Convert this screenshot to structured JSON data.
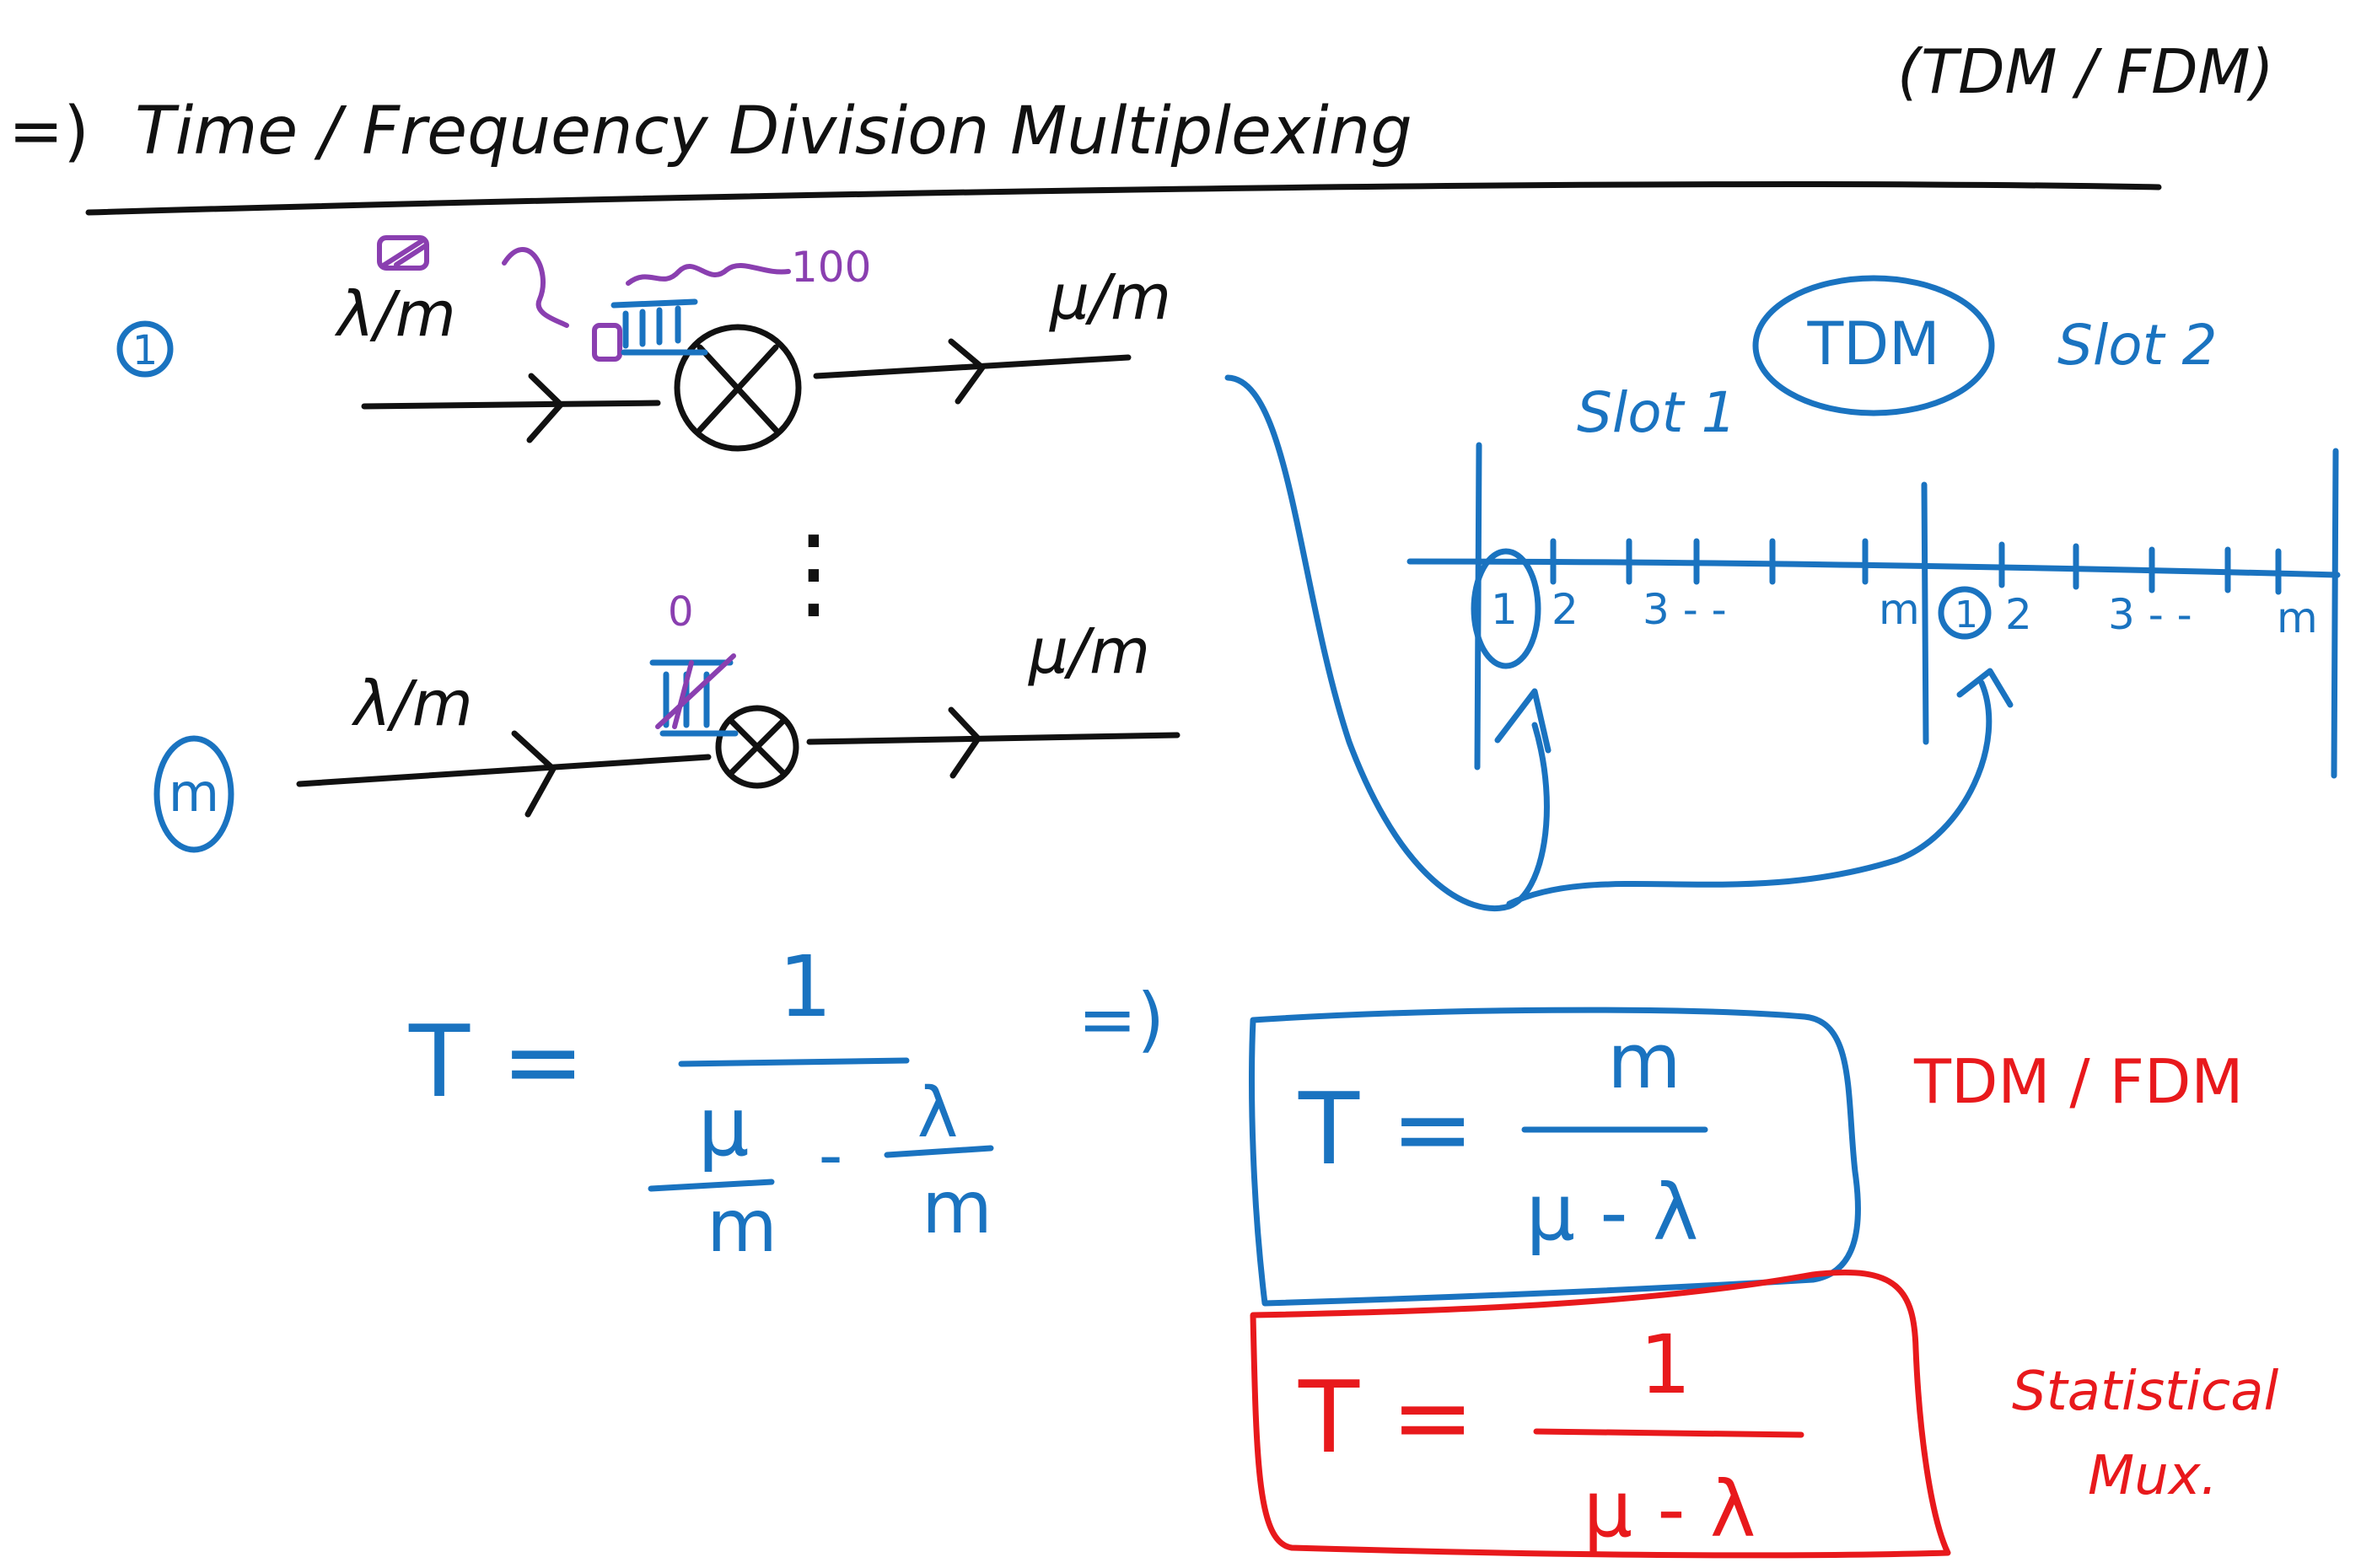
{
  "colors": {
    "ink": "#111111",
    "blue": "#1a73c0",
    "red": "#e8191c",
    "purple": "#8a3fb0"
  },
  "title": {
    "arrow": "=)",
    "text": "Time / Frequency Division Multiplexing",
    "abbrev": "(TDM / FDM)"
  },
  "channels": {
    "first": {
      "index": "1",
      "in_rate": "λ/m",
      "out_rate": "μ/m",
      "queue_count": "100"
    },
    "last": {
      "index": "m",
      "in_rate": "λ/m",
      "out_rate": "μ/m",
      "queue_count": "0"
    },
    "ellipsis": "⋮"
  },
  "tdm_diagram": {
    "label": "TDM",
    "slot1": "Slot 1",
    "slot2": "Slot 2",
    "slot1_ticks": [
      "1",
      "2",
      "3 - -",
      "m"
    ],
    "slot2_ticks": [
      "1",
      "2",
      "3 - -",
      "m"
    ]
  },
  "formulas": {
    "general": {
      "lhs": "T =",
      "num": "1",
      "den_left_num": "μ",
      "den_left_den": "m",
      "minus": "-",
      "den_right_num": "λ",
      "den_right_den": "m"
    },
    "implies": "=)",
    "tdm": {
      "lhs": "T =",
      "num": "m",
      "den": "μ - λ",
      "label": "TDM / FDM"
    },
    "stat": {
      "lhs": "T =",
      "num": "1",
      "den": "μ - λ",
      "label_line1": "Statistical",
      "label_line2": "Mux."
    }
  }
}
